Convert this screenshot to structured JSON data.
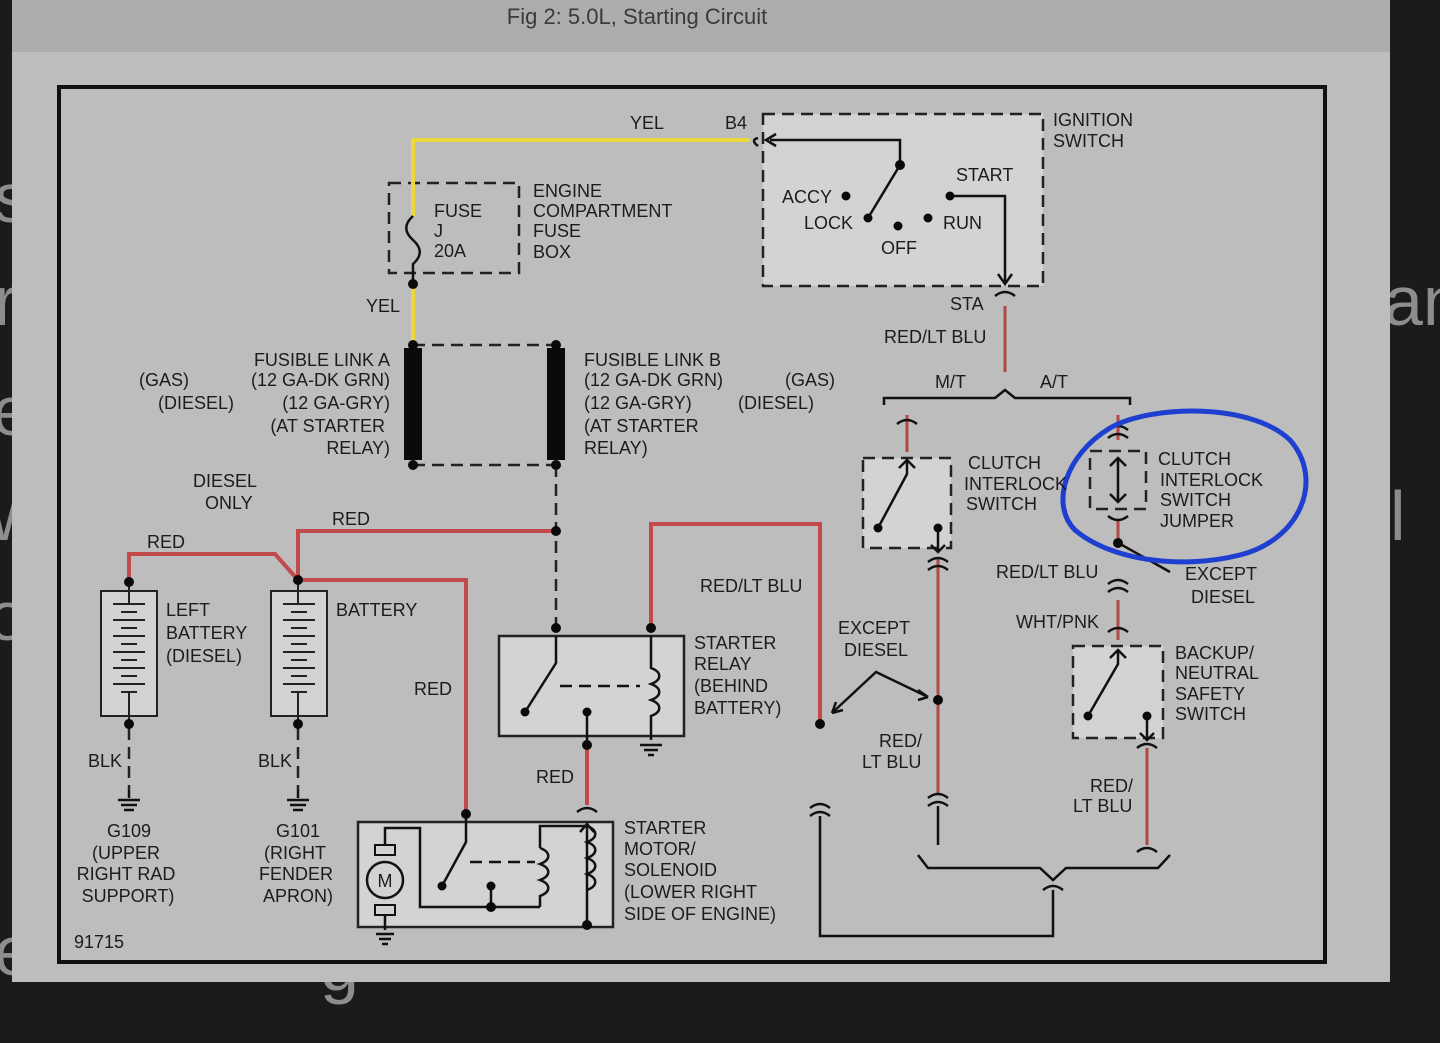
{
  "title": "Fig 2: 5.0L, Starting Circuit",
  "background_glyphs": [
    "s",
    "r",
    "e",
    "w",
    "o",
    "an",
    "l",
    "e",
    "g"
  ],
  "figure_number": "91715",
  "colors": {
    "page": "#1b1b1d",
    "panel": "#bdbdbd",
    "title_bar": "#acacac",
    "wire": "#111111",
    "wire_yel": "#ecd83a",
    "wire_red": "#c24a4a",
    "wire_red_lt_blu": "#b04848",
    "annotation_circle": "#1f3fd0"
  },
  "labels": {
    "yel_top": "YEL",
    "b4": "B4",
    "ignition_switch": [
      "IGNITION",
      "SWITCH"
    ],
    "start": "START",
    "accy": "ACCY",
    "lock": "LOCK",
    "run": "RUN",
    "off": "OFF",
    "sta": "STA",
    "red_lt_blu_sta": "RED/LT BLU",
    "mt": "M/T",
    "at": "A/T",
    "fuse": [
      "FUSE",
      "J",
      "20A"
    ],
    "engine_fuse_box": [
      "ENGINE",
      "COMPARTMENT",
      "FUSE",
      "BOX"
    ],
    "yel_mid": "YEL",
    "fusible_link_a": [
      "FUSIBLE LINK A",
      "(12 GA-DK GRN)",
      "(12 GA-GRY)",
      "(AT STARTER",
      "RELAY)"
    ],
    "gas_left": "(GAS)",
    "diesel_left": "(DIESEL)",
    "fusible_link_b": [
      "FUSIBLE LINK B",
      "(12 GA-DK GRN)",
      "(12 GA-GRY)",
      "(AT STARTER",
      "RELAY)"
    ],
    "gas_right": "(GAS)",
    "diesel_right": "(DIESEL)",
    "clutch_interlock_switch": [
      "CLUTCH",
      "INTERLOCK",
      "SWITCH"
    ],
    "clutch_interlock_jumper": [
      "CLUTCH",
      "INTERLOCK",
      "SWITCH",
      "JUMPER"
    ],
    "diesel_only": [
      "DIESEL",
      "ONLY"
    ],
    "red_a": "RED",
    "red_b": "RED",
    "left_battery": [
      "LEFT",
      "BATTERY",
      "(DIESEL)"
    ],
    "battery": "BATTERY",
    "red_c": "RED",
    "red_lt_blu_relay": "RED/LT BLU",
    "starter_relay": [
      "STARTER",
      "RELAY",
      "(BEHIND",
      "BATTERY)"
    ],
    "except_diesel_mid": [
      "EXCEPT",
      "DIESEL"
    ],
    "red_lt_blu_right": "RED/LT BLU",
    "except_diesel_right": [
      "EXCEPT",
      "DIESEL"
    ],
    "wht_pnk": "WHT/PNK",
    "backup_neutral": [
      "BACKUP/",
      "NEUTRAL",
      "SAFETY",
      "SWITCH"
    ],
    "blk_left": "BLK",
    "blk_mid": "BLK",
    "red_d": "RED",
    "red_lt_blu_lower": [
      "RED/",
      "LT BLU"
    ],
    "red_lt_blu_lower_right": [
      "RED/",
      "LT BLU"
    ],
    "g109": [
      "G109",
      "(UPPER",
      "RIGHT RAD",
      "SUPPORT)"
    ],
    "g101": [
      "G101",
      "(RIGHT",
      "FENDER",
      "APRON)"
    ],
    "starter_motor": [
      "STARTER",
      "MOTOR/",
      "SOLENOID",
      "(LOWER RIGHT",
      "SIDE OF ENGINE)"
    ],
    "motor_symbol": "M"
  }
}
